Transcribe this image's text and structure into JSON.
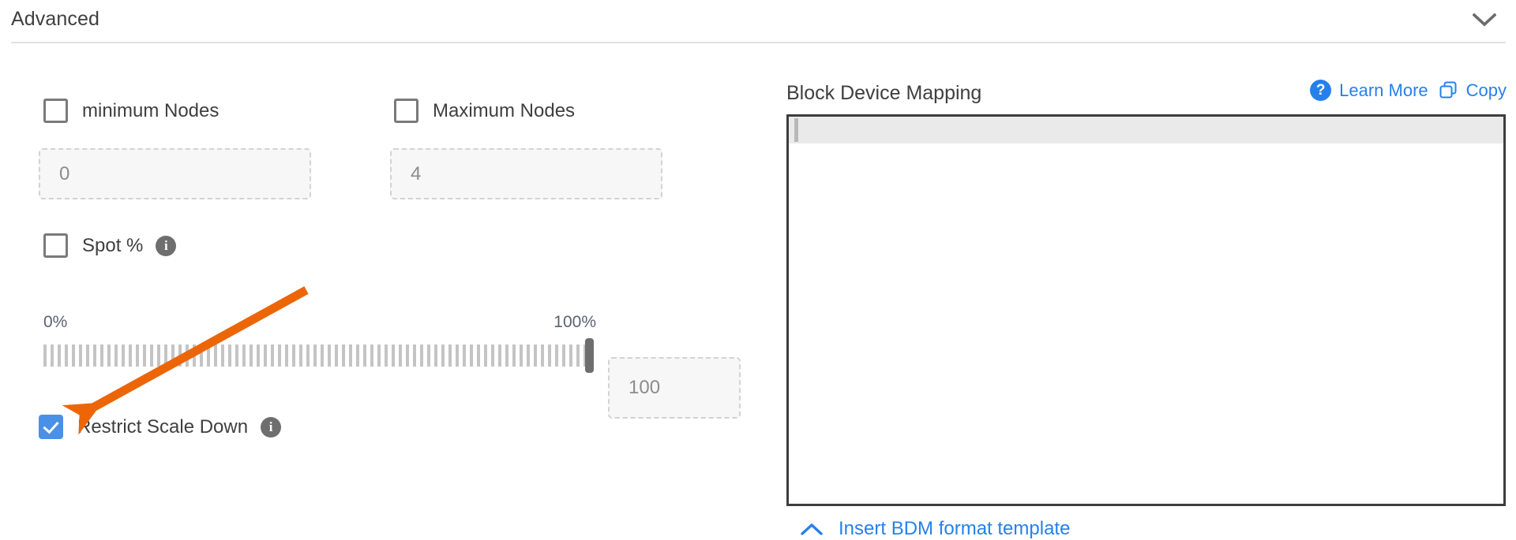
{
  "section": {
    "title": "Advanced",
    "collapse_icon": "chevron-down-icon"
  },
  "left": {
    "min_nodes": {
      "label": "minimum Nodes",
      "checked": false,
      "value": "0"
    },
    "max_nodes": {
      "label": "Maximum Nodes",
      "checked": false,
      "value": "4"
    },
    "spot": {
      "label": "Spot %",
      "checked": false,
      "info_icon": "info-icon"
    },
    "slider": {
      "min_label": "0%",
      "max_label": "100%",
      "value": "100",
      "percent": 100
    },
    "restrict_scale_down": {
      "label": "Restrict Scale Down",
      "checked": true,
      "info_icon": "info-icon"
    }
  },
  "right": {
    "title": "Block Device Mapping",
    "learn_more": {
      "label": "Learn More",
      "icon": "question-circle-icon"
    },
    "copy": {
      "label": "Copy",
      "icon": "copy-icon"
    },
    "editor": {
      "content": ""
    },
    "insert_template": {
      "label": "Insert BDM format template",
      "icon": "chevron-up-icon"
    }
  },
  "colors": {
    "accent_blue": "#2680eb",
    "checkbox_blue": "#4a90e8",
    "annotation_orange": "#ec6608",
    "editor_border": "#3d3d3d",
    "text": "#3f3f3f"
  }
}
